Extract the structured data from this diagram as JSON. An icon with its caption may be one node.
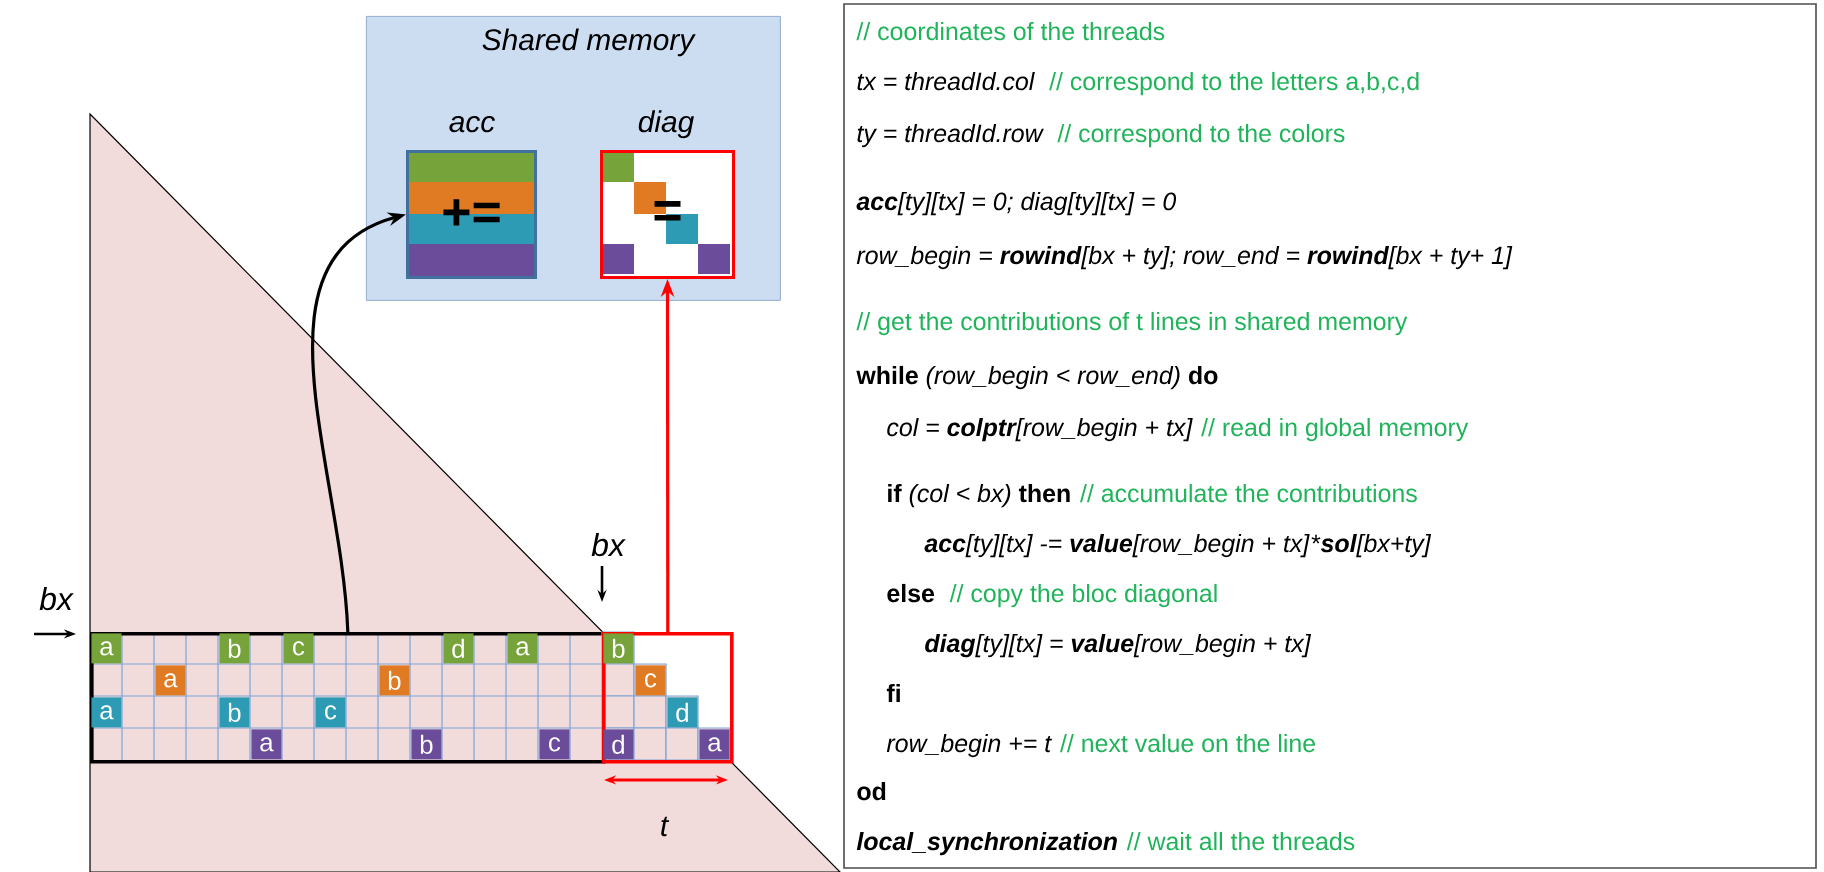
{
  "diagram": {
    "nodes": [
      {
        "text": [
          "Shared memory"
        ]
      },
      {
        "text": [
          "acc",
          "+="
        ],
        "in": 0
      },
      {
        "text": [
          "diag",
          "="
        ],
        "in": 0
      },
      {
        "text": [],
        "shape": "box"
      },
      {
        "text": [],
        "shape": "box"
      }
    ],
    "edges": [
      {
        "from": 3,
        "to": 1,
        "arrow": "to"
      },
      {
        "from": 4,
        "to": 2,
        "arrow": "to",
        "color": "#ff0000"
      }
    ],
    "labels": [
      "bx",
      "bx",
      "a",
      "b",
      "c",
      "d",
      "a",
      "b",
      "a",
      "b",
      "c",
      "a",
      "b",
      "c",
      "d",
      "a",
      "b",
      "c",
      "d",
      "a",
      "t",
      "// coordinates of the threads",
      "tx = threadId.col",
      "// correspond to the letters a,b,c,d",
      "ty = threadId.row",
      "// correspond to the colors",
      "**acc**[ty][tx] = 0;   diag[ty][tx] = 0",
      "row_begin = **rowind**[bx + ty]; row_end = **rowind**[bx + ty+ 1]",
      "// get the contributions of t lines in shared memory",
      "**while** *(row_begin < row_end)* **do**",
      "col = **colptr**[row_begin + tx]",
      "// read in global memory",
      "**if** *(col < bx)* **then**",
      "// accumulate the contributions",
      "**acc**[ty][tx] -= **value**[row_begin + tx]",
      "*",
      "**sol**[bx+ty]",
      "**else**",
      "// copy the bloc diagonal",
      "**diag**[ty][tx] = **value**[row_begin + tx]",
      "**fi**",
      "row_begin += t",
      "// next value on the line",
      "**od**",
      "**local_synchronization**",
      "// wait all the threads"
    ]
  }
}
